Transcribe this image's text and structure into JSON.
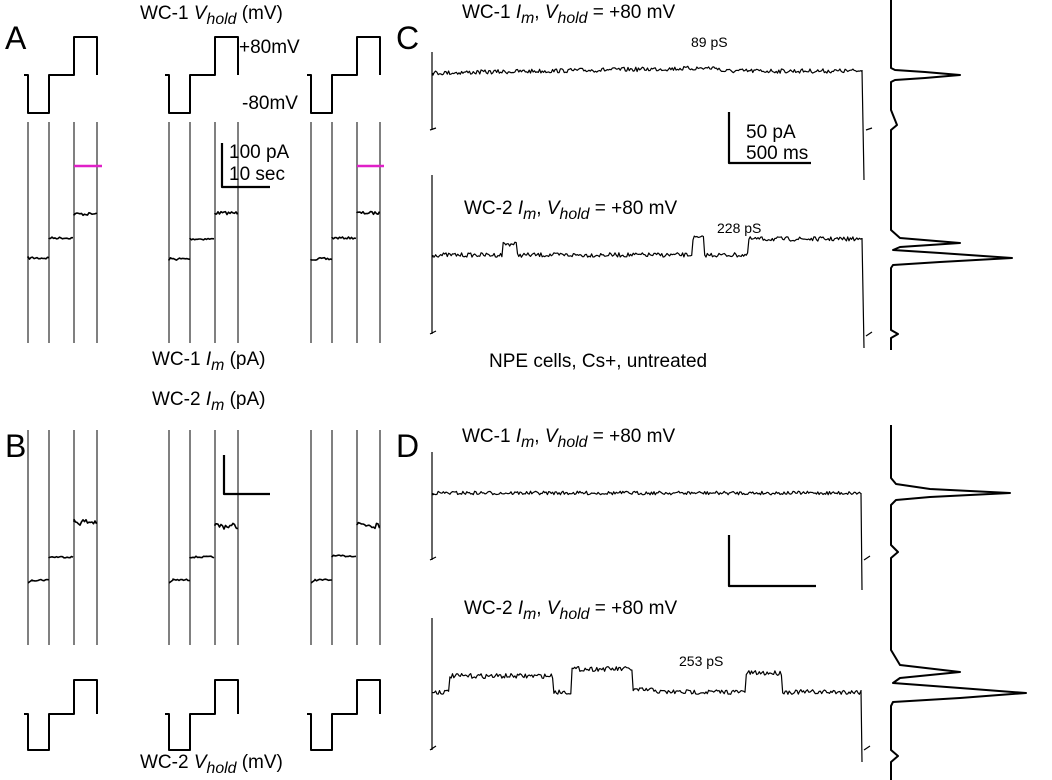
{
  "panel_letters": [
    "A",
    "B",
    "C",
    "D"
  ],
  "labels": {
    "wc1_vhold": {
      "pre": "WC-1 ",
      "sym": "V",
      "sub": "hold",
      "post": " (mV)"
    },
    "wc1_im": {
      "pre": "WC-1 ",
      "sym": "I",
      "sub": "m",
      "post": " (pA)"
    },
    "wc2_im": {
      "pre": "WC-2 ",
      "sym": "I",
      "sub": "m",
      "post": " (pA)"
    },
    "wc2_vhold": {
      "pre": "WC-2 ",
      "sym": "V",
      "sub": "hold",
      "post": " (mV)"
    },
    "voltage_high": "+80mV",
    "voltage_low": "-80mV",
    "scale_a_current": "100 pA",
    "scale_a_time": "10 sec",
    "scale_c_current": "50 pA",
    "scale_c_time": "500 ms",
    "c_trace1": {
      "pre": "WC-1 ",
      "i": "I",
      "isub": "m",
      "mid": ", ",
      "v": "V",
      "vsub": "hold",
      "post": " = +80 mV"
    },
    "c_trace2": {
      "pre": "WC-2 ",
      "i": "I",
      "isub": "m",
      "mid": ", ",
      "v": "V",
      "vsub": "hold",
      "post": " = +80 mV"
    },
    "d_trace1": {
      "pre": "WC-1 ",
      "i": "I",
      "isub": "m",
      "mid": ", ",
      "v": "V",
      "vsub": "hold",
      "post": " = +80 mV"
    },
    "d_trace2": {
      "pre": "WC-2 ",
      "i": "I",
      "isub": "m",
      "mid": ", ",
      "v": "V",
      "vsub": "hold",
      "post": " = +80 mV"
    },
    "cond_c1": "89 pS",
    "cond_c2": "228 pS",
    "cond_d": "253 pS",
    "condition": "NPE cells, Cs+, untreated"
  },
  "colors": {
    "trace": "#000000",
    "marker": "#e020c8"
  },
  "chart_data": [
    {
      "type": "line",
      "panel": "A",
      "description_source": "voltage-clamp step protocol and current traces, three repeats",
      "voltage_levels_mV": [
        0,
        -80,
        0,
        80,
        0
      ],
      "repeats": 3,
      "marker_color": "#e020c8"
    },
    {
      "type": "line",
      "panel": "B",
      "repeats": 3,
      "voltage_levels_mV": [
        0,
        -80,
        0,
        80,
        0
      ]
    },
    {
      "type": "line",
      "panel": "C",
      "conductance_steps_pS": [
        89,
        228
      ]
    },
    {
      "type": "line",
      "panel": "D",
      "conductance_steps_pS": [
        253
      ]
    }
  ]
}
